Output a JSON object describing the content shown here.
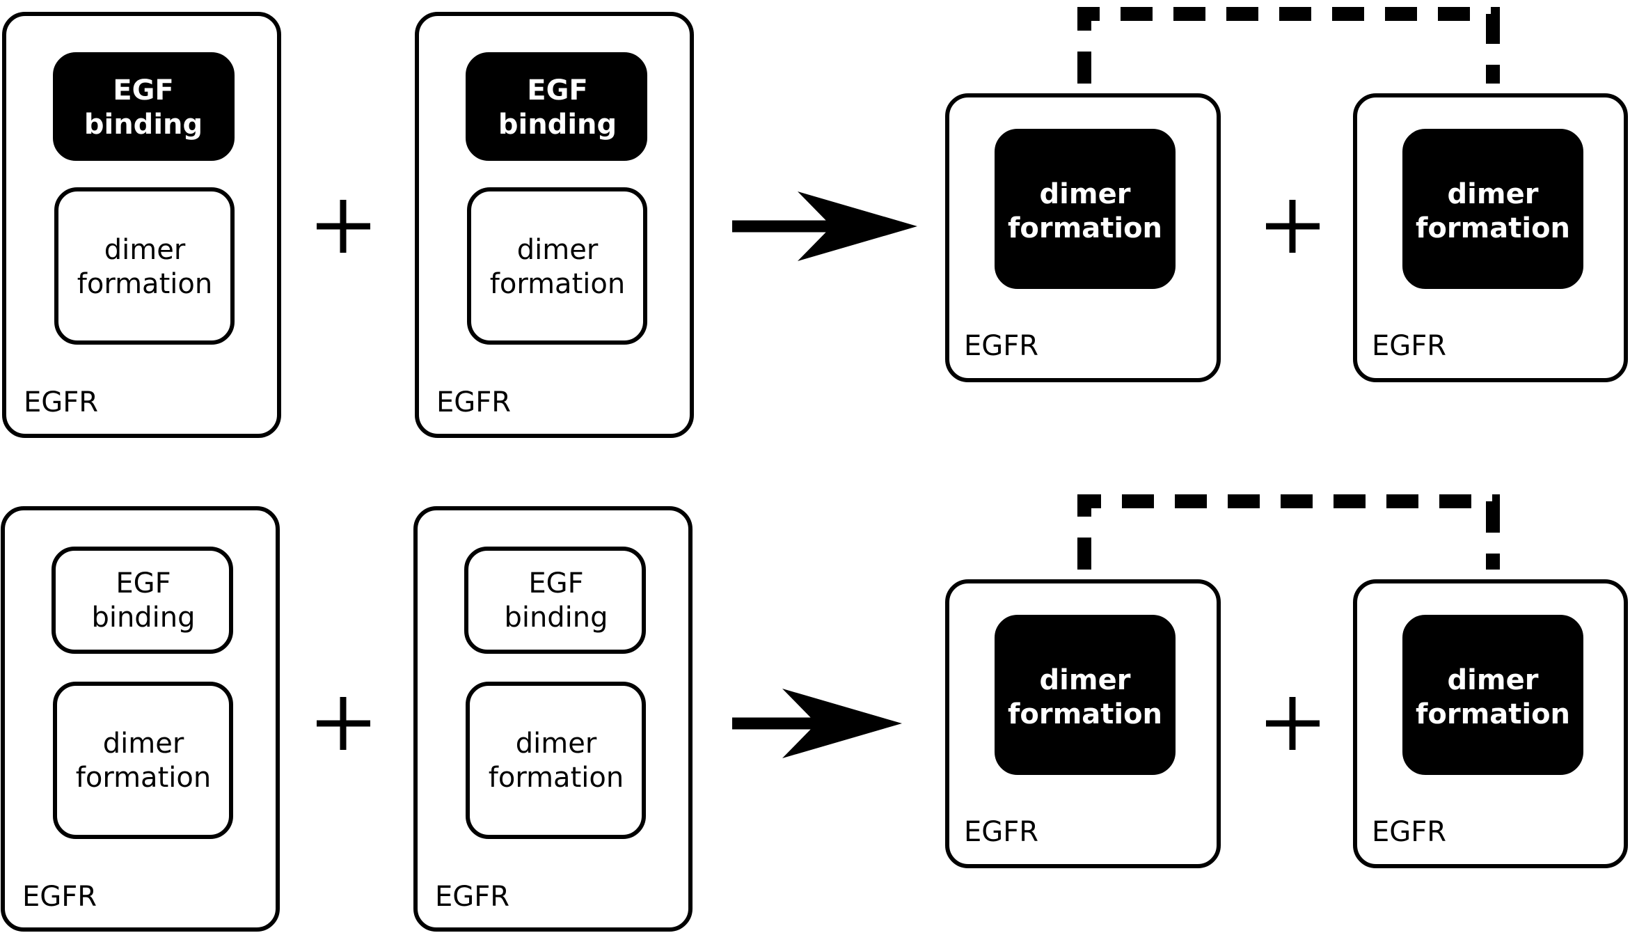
{
  "molecule_label": "EGFR",
  "sites": {
    "egf_binding": [
      "EGF",
      "binding"
    ],
    "dimer_formation": [
      "dimer",
      "formation"
    ]
  },
  "operator_plus": "+",
  "colors": {
    "stroke": "#000000",
    "background": "#ffffff",
    "filled_site": "#000000",
    "filled_text": "#ffffff"
  }
}
